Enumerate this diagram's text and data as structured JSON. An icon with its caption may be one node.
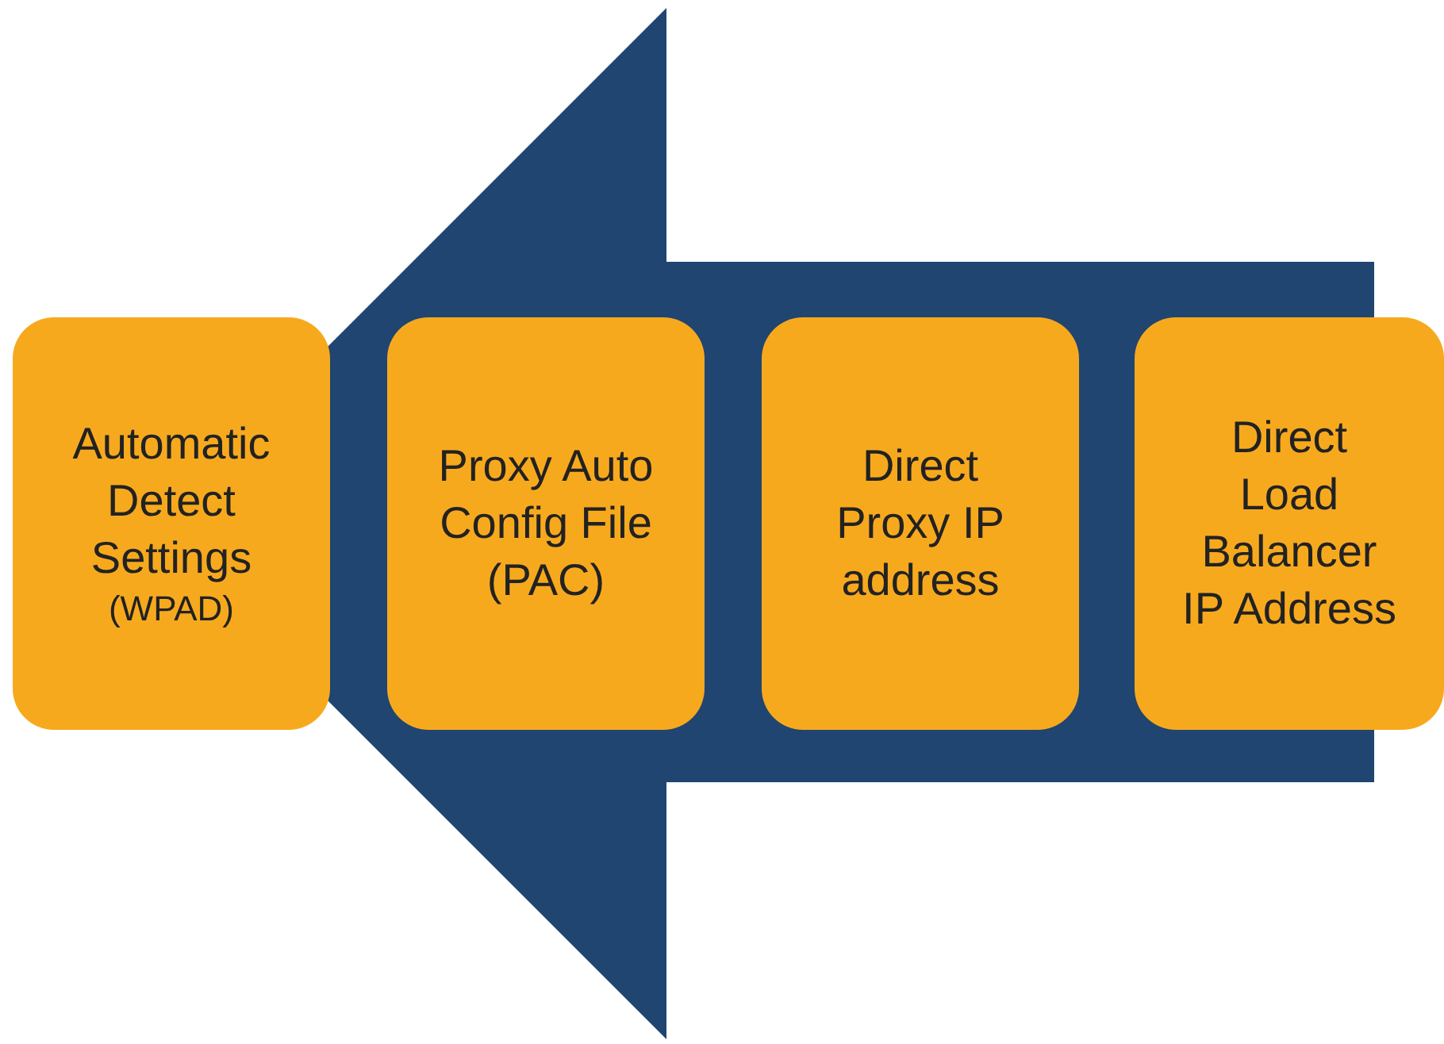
{
  "diagram": {
    "nodes": [
      {
        "text": [
          "Automatic Detect Settings",
          "(WPAD)"
        ]
      },
      {
        "text": [
          "Proxy Auto Config File (PAC)"
        ]
      },
      {
        "text": [
          "Direct Proxy IP address"
        ]
      },
      {
        "text": [
          "Direct Load Balancer IP Address"
        ]
      }
    ],
    "edges": [
      {
        "from": 3,
        "to": 0,
        "arrow": "to"
      }
    ]
  }
}
